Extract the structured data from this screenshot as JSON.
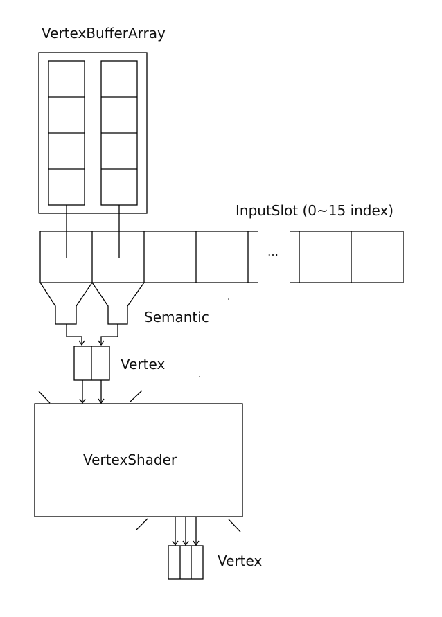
{
  "labels": {
    "vertex_buffer_array": "VertexBufferArray",
    "input_slot": "InputSlot (0~15 index)",
    "ellipsis": "…",
    "semantic": "Semantic",
    "vertex_in": "Vertex",
    "vertex_shader": "VertexShader",
    "vertex_out": "Vertex"
  },
  "structure": {
    "buffer_count": 2,
    "cells_per_buffer": 4,
    "input_slots_shown_before_gap": 4,
    "input_slots_shown_after_gap": 2,
    "connected_slots": 2,
    "input_vertex_elements": 2,
    "output_vertex_elements": 3
  },
  "colors": {
    "stroke": "#000000",
    "background": "#ffffff"
  }
}
